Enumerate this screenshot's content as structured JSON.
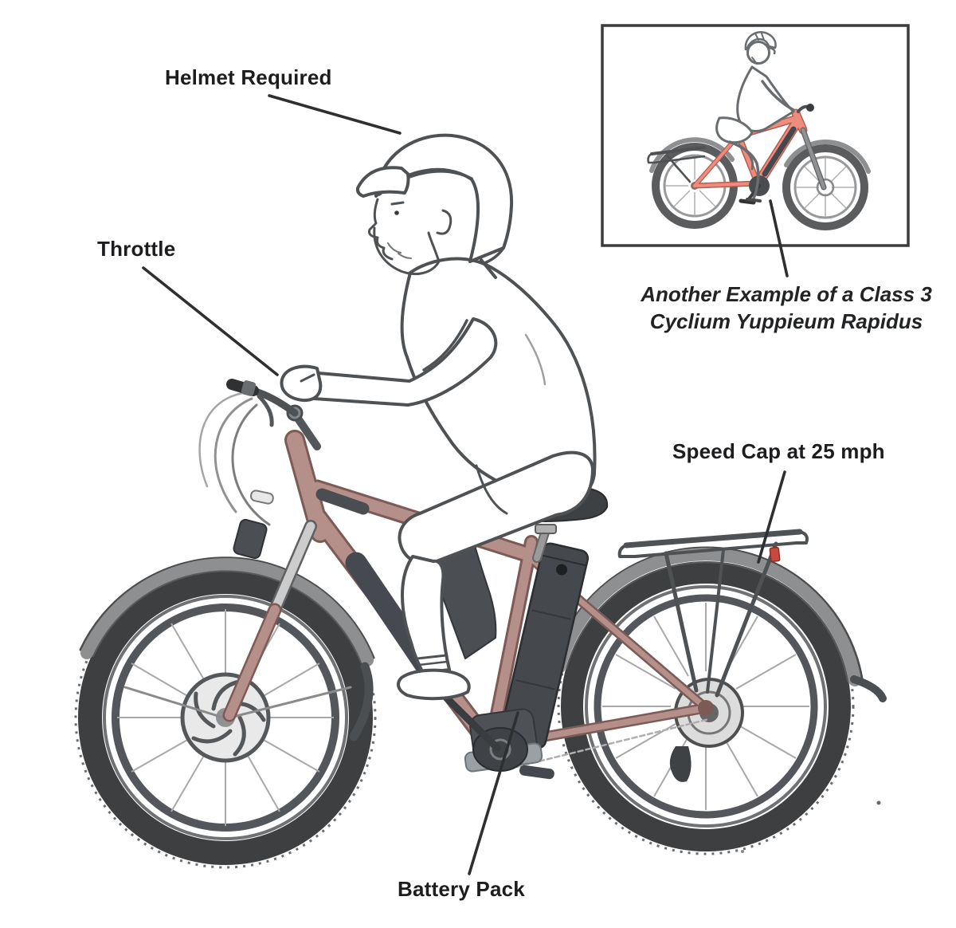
{
  "diagram": {
    "labels": {
      "helmet": "Helmet Required",
      "throttle": "Throttle",
      "speed_cap": "Speed Cap at 25 mph",
      "battery": "Battery Pack"
    },
    "inset": {
      "caption_line1": "Another Example of a Class 3",
      "caption_line2": "Cyclium Yuppieum Rapidus"
    },
    "colors": {
      "background": "#ffffff",
      "label_text": "#1d1d1f",
      "leader_line": "#2e2f30",
      "frame_highlight": "#b58f8a",
      "frame_outline": "#7c5b57",
      "inset_frame_highlight": "#ee8d7e",
      "battery": "#45484d",
      "tire": "#3d3f41",
      "fender": "#8d8f91",
      "sketch_line": "#4f5254",
      "inset_border": "#3c3c3c"
    }
  }
}
